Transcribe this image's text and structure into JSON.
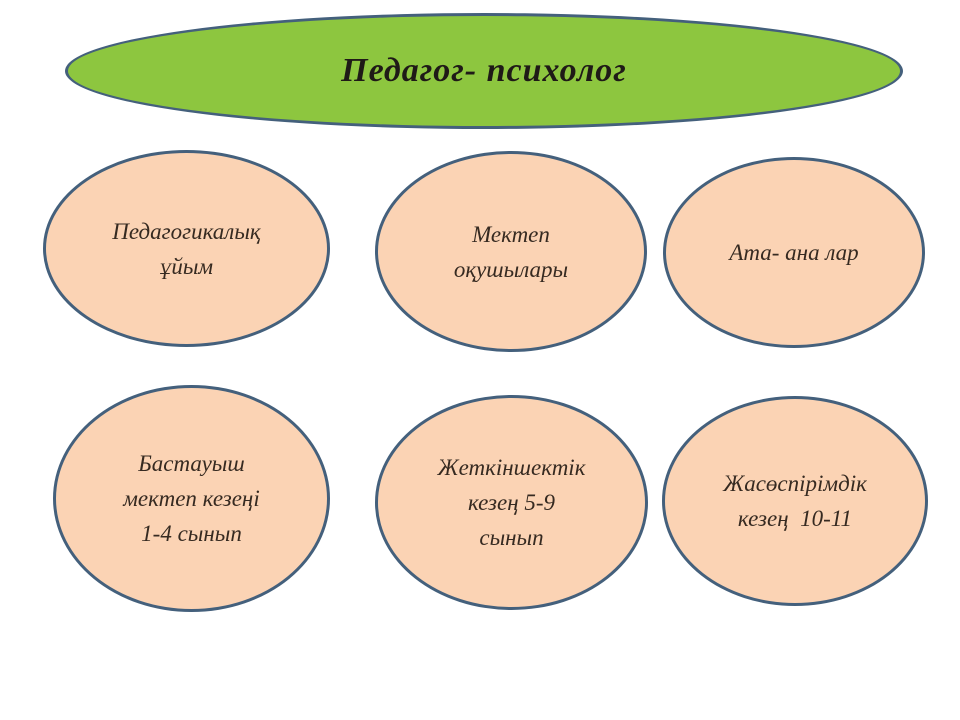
{
  "title": {
    "text": "Педагог- психолог"
  },
  "colors": {
    "title_fill": "#8dc63f",
    "bubble_fill": "#fbd3b4",
    "stroke": "#44607c",
    "title_ink": "#1f1a17",
    "bubble_ink": "#362a21"
  },
  "ellipses": [
    {
      "id": "pedagogical-org",
      "lines": [
        "Педагогикалық",
        "ұйым"
      ]
    },
    {
      "id": "school-students",
      "lines": [
        "Мектеп",
        "оқушылары"
      ]
    },
    {
      "id": "parents",
      "lines": [
        "Ата- ана лар"
      ]
    },
    {
      "id": "primary-school",
      "lines": [
        "Бастауыш",
        "мектеп кезеңі",
        "1-4 сынып"
      ]
    },
    {
      "id": "adolescent-period",
      "lines": [
        "Жеткіншектік",
        "кезең 5-9",
        "сынып"
      ]
    },
    {
      "id": "youth-period",
      "lines": [
        "Жасөспірімдік",
        "кезең  10-11"
      ]
    }
  ]
}
